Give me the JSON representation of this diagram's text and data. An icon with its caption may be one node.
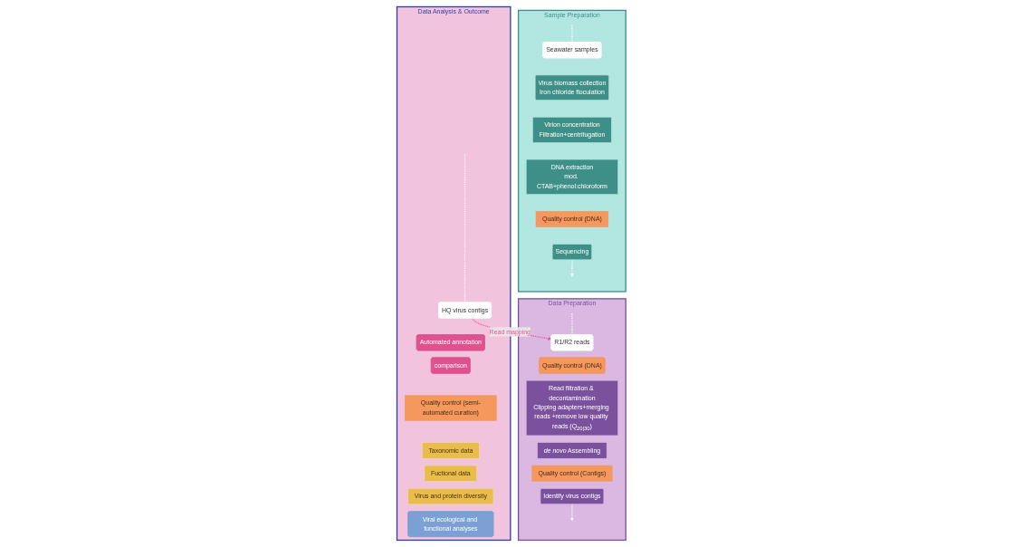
{
  "diagram": {
    "nodes": [
      {
        "text": [
          "Sample Preparation"
        ]
      },
      {
        "text": [
          "Seawater samples"
        ],
        "in": 0
      },
      {
        "text": [
          "Virus biomass collection",
          "Iron chloride floculation"
        ],
        "in": 0
      },
      {
        "text": [
          "Virion concentration",
          "Filtration+centrifugation"
        ],
        "in": 0
      },
      {
        "text": [
          "DNA extraction",
          "mod. CTAB+phenol:chloroform"
        ],
        "in": 0
      },
      {
        "text": [
          "Quality control (DNA)"
        ],
        "in": 0
      },
      {
        "text": [
          "Sequencing"
        ],
        "in": 0
      },
      {
        "text": [
          "Data Preparation"
        ]
      },
      {
        "text": [
          "R1/R2 reads"
        ],
        "in": 7
      },
      {
        "text": [
          "Quality control (DNA)"
        ],
        "in": 7
      },
      {
        "text": [
          "Read filtration & decontamination",
          "Clipping adapters+merging reads +remove low quality reads (Q$_{20|30}$)"
        ],
        "in": 7
      },
      {
        "text": [
          "*de novo* Assembling"
        ],
        "in": 7
      },
      {
        "text": [
          "Quality control (Contigs)"
        ],
        "in": 7
      },
      {
        "text": [
          "Identify virus contigs"
        ],
        "in": 7
      },
      {
        "text": [
          "Data Analysis & Outcome"
        ]
      },
      {
        "text": [
          "HQ virus contigs"
        ],
        "in": 14
      },
      {
        "text": [
          "Automated annotation"
        ],
        "in": 14
      },
      {
        "text": [
          "comparison"
        ],
        "in": 14
      },
      {
        "text": [
          "Quality control (semi-automated curation)"
        ],
        "in": 14
      },
      {
        "text": [
          "Taxonomic data"
        ],
        "in": 14
      },
      {
        "text": [
          "Fuctional data"
        ],
        "in": 14
      },
      {
        "text": [
          "Virus and protein diversity"
        ],
        "in": 14
      },
      {
        "text": [
          "Viral ecological and functional analyses"
        ],
        "in": 14
      }
    ],
    "edges": [
      {
        "from": null,
        "to": 1,
        "arrow": "none",
        "style": "dashed",
        "color": "#ffffff"
      },
      {
        "from": 6,
        "to": null,
        "arrow": "to",
        "style": "dashed",
        "color": "#ffffff"
      },
      {
        "from": null,
        "to": 8,
        "arrow": "none",
        "style": "dashed",
        "color": "#ffffff"
      },
      {
        "from": 15,
        "to": 8,
        "label": "Read mapping",
        "arrow": "to",
        "style": "dashed",
        "color": "#e8559a"
      },
      {
        "from": 13,
        "to": null,
        "arrow": "to",
        "style": "dashed",
        "color": "#ffffff"
      },
      {
        "from": null,
        "to": 15,
        "arrow": "none",
        "style": "dashed",
        "color": "#ffffff"
      }
    ]
  }
}
